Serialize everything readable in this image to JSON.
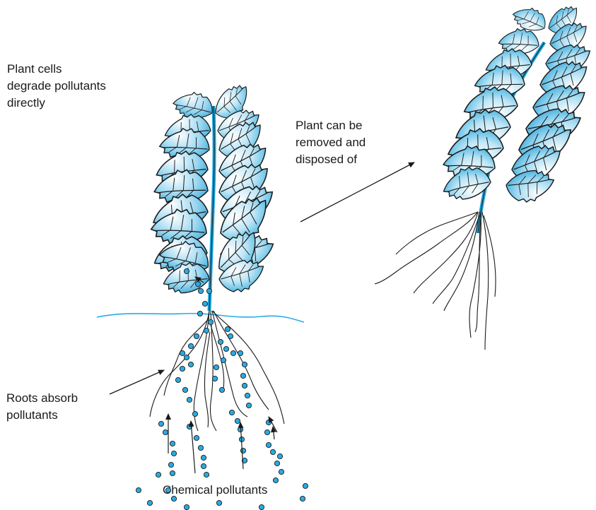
{
  "labels": {
    "degrade": [
      "Plant cells",
      "degrade pollutants",
      "directly"
    ],
    "removed": [
      "Plant can be",
      "removed and",
      "disposed of"
    ],
    "roots": [
      "Roots absorb",
      "pollutants"
    ],
    "chemicals": "Chemical pollutants"
  },
  "colors": {
    "leaf_light": "#ffffff",
    "leaf_dark": "#1aa3d9",
    "stem": "#1aa3d9",
    "water_line": "#29abe2",
    "pollutant_fill": "#29abe2",
    "outline": "#1a1a1a"
  }
}
